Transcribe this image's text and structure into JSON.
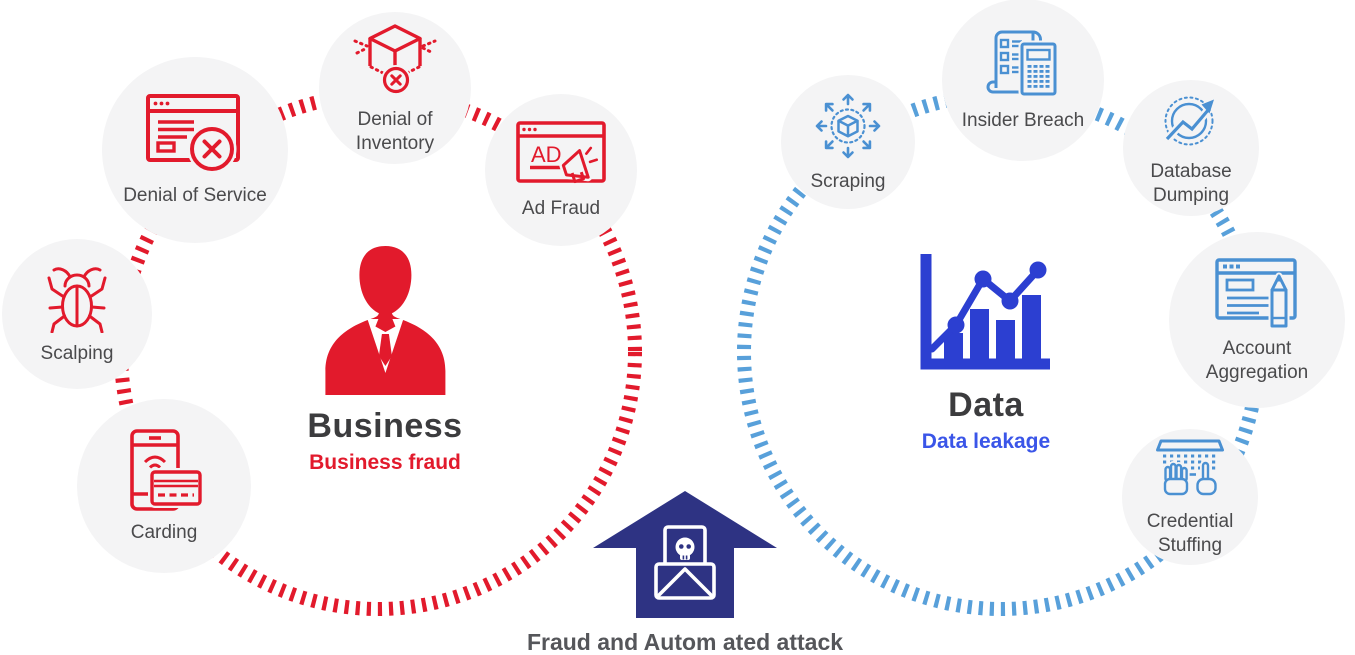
{
  "left_group": {
    "title": "Business",
    "subtitle": "Business fraud",
    "center_icon": "businessman-icon",
    "items": [
      {
        "label": "Denial of Service",
        "icon": "browser-error-icon"
      },
      {
        "label": "Denial of\nInventory",
        "icon": "inventory-box-denied-icon"
      },
      {
        "label": "Ad Fraud",
        "icon": "ad-megaphone-icon",
        "icon_text": "AD"
      },
      {
        "label": "Scalping",
        "icon": "bug-icon"
      },
      {
        "label": "Carding",
        "icon": "phone-card-icon"
      }
    ]
  },
  "right_group": {
    "title": "Data",
    "subtitle": "Data leakage",
    "center_icon": "bar-chart-icon",
    "items": [
      {
        "label": "Scraping",
        "icon": "scatter-cube-icon"
      },
      {
        "label": "Insider Breach",
        "icon": "document-calculator-icon"
      },
      {
        "label": "Database\nDumping",
        "icon": "chart-arrow-icon"
      },
      {
        "label": "Account\nAggregation",
        "icon": "browser-pencil-icon"
      },
      {
        "label": "Credential\nStuffing",
        "icon": "keyboard-hands-icon"
      }
    ]
  },
  "center_arrow": {
    "label": "Fraud and Autom ated attack",
    "icon": "envelope-skull-icon"
  },
  "colors": {
    "red": "#e21a2c",
    "red_dash": "#e21a2c",
    "blue_icon": "#4a90d2",
    "blue_dash": "#58a0da",
    "royal_blue": "#2c3fd1",
    "navy_arrow": "#2e3383",
    "title_gray": "#3c3c3e",
    "label_gray": "#4a4a4c",
    "subtitle_blue": "#3a55e8",
    "circle_fill": "#f4f4f5"
  }
}
